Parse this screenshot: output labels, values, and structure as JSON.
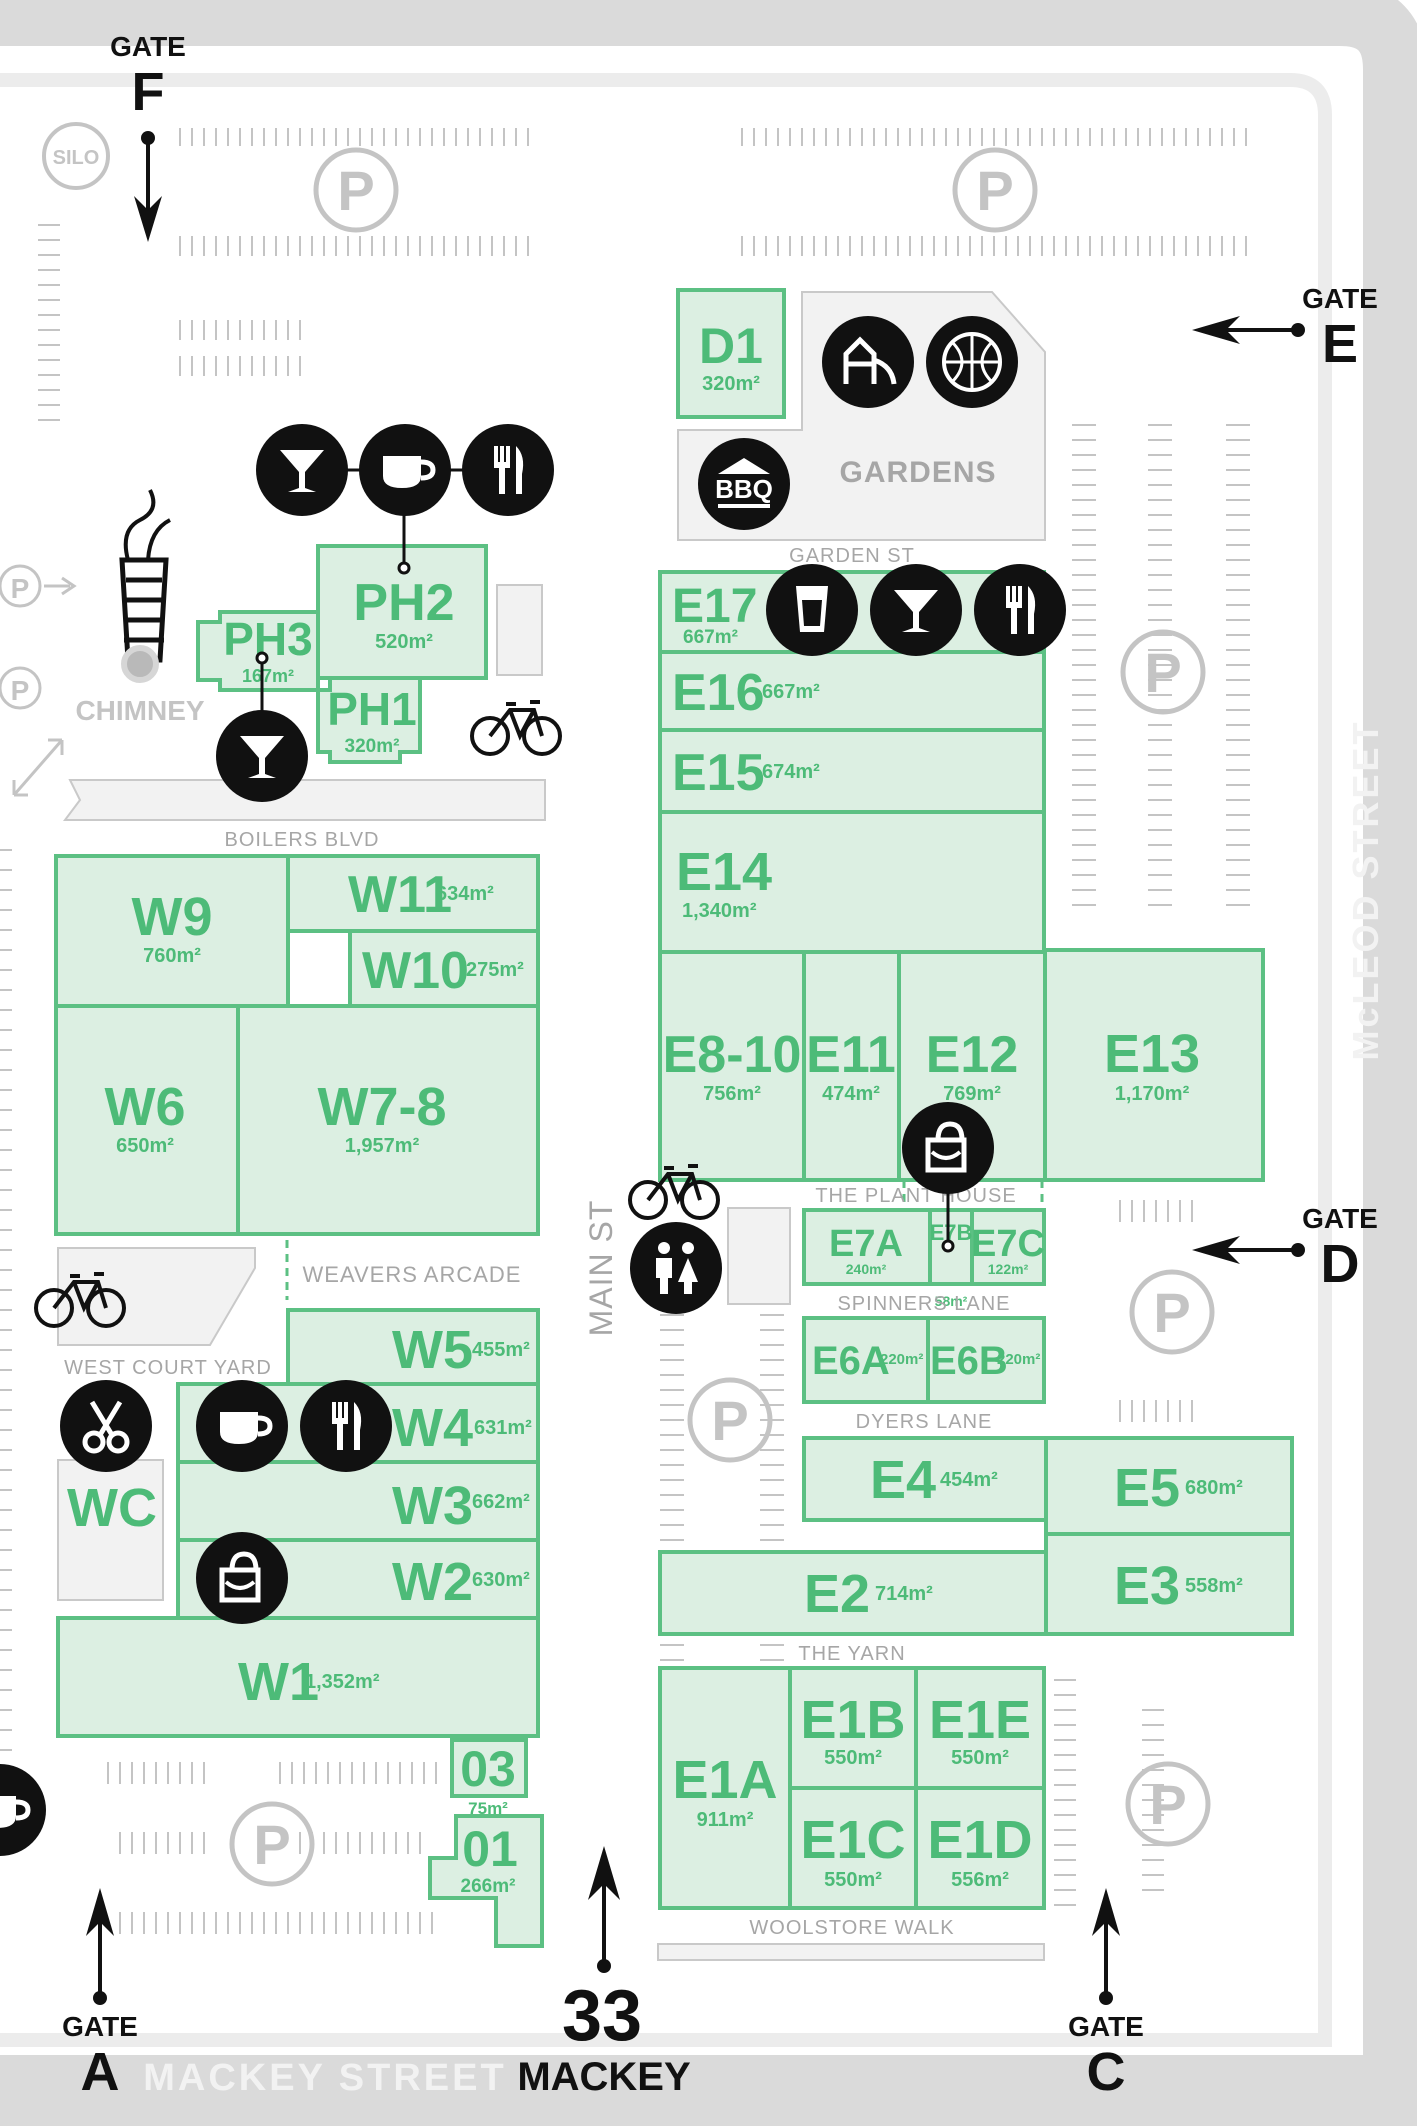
{
  "gates": [
    {
      "id": "F",
      "word": "GATE",
      "letter": "F"
    },
    {
      "id": "E",
      "word": "GATE",
      "letter": "E"
    },
    {
      "id": "D",
      "word": "GATE",
      "letter": "D"
    },
    {
      "id": "A",
      "word": "GATE",
      "letter": "A"
    },
    {
      "id": "C",
      "word": "GATE",
      "letter": "C"
    }
  ],
  "roads": {
    "south": "MACKEY STREET",
    "east": "McLEOD STREET",
    "address_number": "33",
    "address_street": "MACKEY"
  },
  "landmarks": {
    "silo": "SILO",
    "chimney": "CHIMNEY",
    "gardens": "GARDENS",
    "bbq": "BBQ",
    "wc": "WC",
    "parking": "P"
  },
  "streets": {
    "garden_st": "GARDEN ST",
    "boilers_blvd": "BOILERS BLVD",
    "weavers_arcade": "WEAVERS ARCADE",
    "west_court_yard": "WEST COURT YARD",
    "main_st": "MAIN ST",
    "the_plant_house": "THE PLANT HOUSE",
    "spinners_lane": "SPINNERS LANE",
    "dyers_lane": "DYERS LANE",
    "the_yarn": "THE YARN",
    "woolstore_walk": "WOOLSTORE WALK"
  },
  "units": {
    "D1": {
      "name": "D1",
      "area": "320m²"
    },
    "PH2": {
      "name": "PH2",
      "area": "520m²"
    },
    "PH3": {
      "name": "PH3",
      "area": "167m²"
    },
    "PH1": {
      "name": "PH1",
      "area": "320m²"
    },
    "E17": {
      "name": "E17",
      "area": "667m²"
    },
    "E16": {
      "name": "E16",
      "area": "667m²"
    },
    "E15": {
      "name": "E15",
      "area": "674m²"
    },
    "E14": {
      "name": "E14",
      "area": "1,340m²"
    },
    "E8_10": {
      "name": "E8-10",
      "area": "756m²"
    },
    "E11": {
      "name": "E11",
      "area": "474m²"
    },
    "E12": {
      "name": "E12",
      "area": "769m²"
    },
    "E13": {
      "name": "E13",
      "area": "1,170m²"
    },
    "W9": {
      "name": "W9",
      "area": "760m²"
    },
    "W11": {
      "name": "W11",
      "area": "634m²"
    },
    "W10": {
      "name": "W10",
      "area": "275m²"
    },
    "W6": {
      "name": "W6",
      "area": "650m²"
    },
    "W7_8": {
      "name": "W7-8",
      "area": "1,957m²"
    },
    "E7A": {
      "name": "E7A",
      "area": "240m²"
    },
    "E7B": {
      "name": "E7B",
      "area": "58m²"
    },
    "E7C": {
      "name": "E7C",
      "area": "122m²"
    },
    "E6A": {
      "name": "E6A",
      "area": "220m²"
    },
    "E6B": {
      "name": "E6B",
      "area": "220m²"
    },
    "W5": {
      "name": "W5",
      "area": "455m²"
    },
    "W4": {
      "name": "W4",
      "area": "631m²"
    },
    "W3": {
      "name": "W3",
      "area": "662m²"
    },
    "W2": {
      "name": "W2",
      "area": "630m²"
    },
    "W1": {
      "name": "W1",
      "area": "1,352m²"
    },
    "E4": {
      "name": "E4",
      "area": "454m²"
    },
    "E5": {
      "name": "E5",
      "area": "680m²"
    },
    "E2": {
      "name": "E2",
      "area": "714m²"
    },
    "E3": {
      "name": "E3",
      "area": "558m²"
    },
    "E1A": {
      "name": "E1A",
      "area": "911m²"
    },
    "E1B": {
      "name": "E1B",
      "area": "550m²"
    },
    "E1E": {
      "name": "E1E",
      "area": "550m²"
    },
    "E1C": {
      "name": "E1C",
      "area": "550m²"
    },
    "E1D": {
      "name": "E1D",
      "area": "556m²"
    },
    "U03": {
      "name": "03",
      "area": "75m²"
    },
    "U01": {
      "name": "01",
      "area": "266m²"
    }
  },
  "icons": {
    "cocktail": "cocktail-icon",
    "coffee": "coffee-icon",
    "restaurant": "cutlery-icon",
    "beer": "beer-icon",
    "playground": "playground-icon",
    "basketball": "basketball-icon",
    "shopping": "shopping-bag-icon",
    "hairdresser": "scissors-icon",
    "toilets": "toilets-icon",
    "bicycle": "bicycle-icon"
  },
  "colors": {
    "unit_fill": "#dcefe2",
    "unit_stroke": "#5cc083",
    "unit_text": "#4dbb78",
    "road": "#d9d9d9",
    "icon": "#111111"
  }
}
